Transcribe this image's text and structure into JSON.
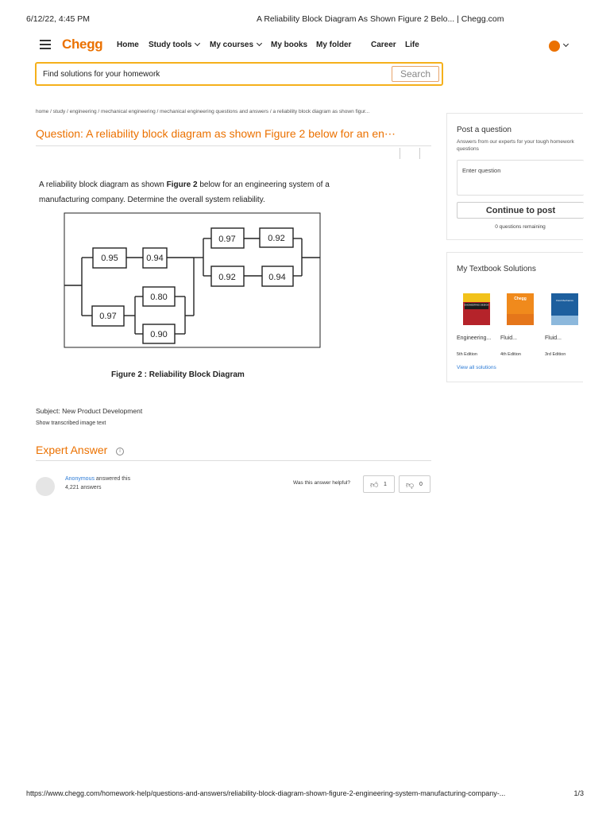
{
  "print": {
    "datetime": "6/12/22, 4:45 PM",
    "page_title": "A Reliability Block Diagram As Shown Figure 2 Belo... | Chegg.com",
    "url": "https://www.chegg.com/homework-help/questions-and-answers/reliability-block-diagram-shown-figure-2-engineering-system-manufacturing-company-...",
    "page_number": "1/3"
  },
  "nav": {
    "logo": "Chegg",
    "home": "Home",
    "study_tools": "Study tools",
    "my_courses": "My courses",
    "my_books": "My books",
    "my_folder": "My folder",
    "career": "Career",
    "life": "Life"
  },
  "search": {
    "placeholder": "Find solutions for your homework",
    "button": "Search"
  },
  "breadcrumb": "home / study / engineering / mechanical engineering / mechanical engineering questions and answers / a reliability block diagram as shown figur...",
  "question": {
    "label": "Question:",
    "title": "A reliability block diagram as shown Figure 2 below for an en⋯",
    "text_part1": "A reliability block diagram as shown ",
    "text_bold": "Figure 2",
    "text_part2": " below for an engineering system of a manufacturing company. Determine the overall system reliability.",
    "figure_caption": "Figure 2 : Reliability Block Diagram",
    "blocks": {
      "a": "0.95",
      "b": "0.94",
      "c": "0.97",
      "d": "0.80",
      "e": "0.90",
      "f": "0.97",
      "g": "0.92",
      "h": "0.92",
      "i": "0.94"
    },
    "subject": "Subject: New Product Development",
    "show_transcribed": "Show transcribed image text"
  },
  "expert": {
    "title": "Expert Answer",
    "info_icon": "ⓘ",
    "answerer": "Anonymous",
    "answered_suffix": " answered this",
    "answer_count": "4,221 answers",
    "helpful_prompt": "Was this answer helpful?",
    "upvotes": "1",
    "downvotes": "0"
  },
  "sidebar": {
    "post": {
      "title": "Post a question",
      "subtitle": "Answers from our experts for your tough homework questions",
      "input_placeholder": "Enter question",
      "button": "Continue to post",
      "remaining": "0 questions remaining"
    },
    "textbooks": {
      "title": "My Textbook Solutions",
      "books": [
        {
          "title": "Engineering...",
          "edition": "5th Edition",
          "cover_label": "ENGINEERING DESIGN"
        },
        {
          "title": "Fluid...",
          "edition": "4th Edition",
          "cover_label": "Chegg"
        },
        {
          "title": "Fluid...",
          "edition": "3rd Edition",
          "cover_label": "Fluid Mechanics"
        }
      ],
      "view_all": "View all solutions"
    }
  },
  "colors": {
    "brand_orange": "#eb7100",
    "search_border": "#f5b01b",
    "link_blue": "#2c7bd6"
  }
}
